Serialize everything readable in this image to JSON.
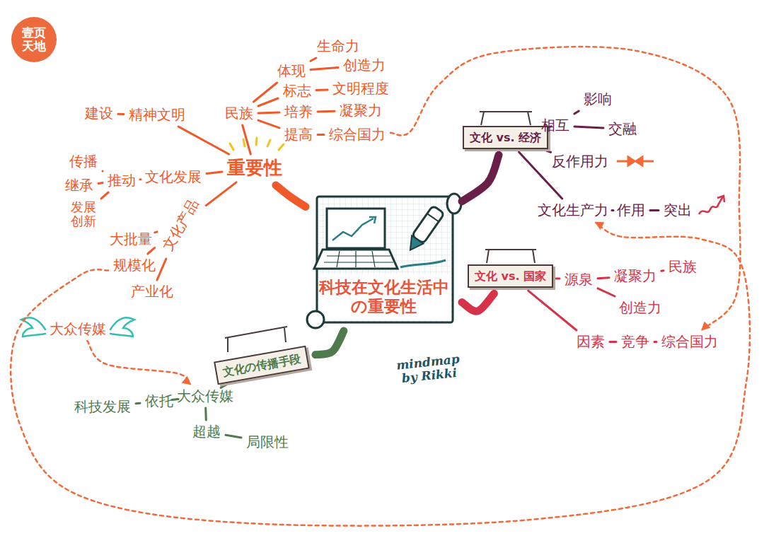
{
  "diagram": {
    "nodes": [
      {
        "text": [
          "科技在文化生活中の重要性"
        ]
      },
      {
        "text": [
          "重要性"
        ]
      },
      {
        "text": [
          "民族"
        ]
      },
      {
        "text": [
          "体现"
        ]
      },
      {
        "text": [
          "生命力"
        ]
      },
      {
        "text": [
          "创造力"
        ]
      },
      {
        "text": [
          "标志"
        ]
      },
      {
        "text": [
          "文明程度"
        ]
      },
      {
        "text": [
          "培养"
        ]
      },
      {
        "text": [
          "凝聚力"
        ]
      },
      {
        "text": [
          "提高"
        ]
      },
      {
        "text": [
          "综合国力"
        ]
      },
      {
        "text": [
          "建设"
        ]
      },
      {
        "text": [
          "精神文明"
        ]
      },
      {
        "text": [
          "文化发展"
        ]
      },
      {
        "text": [
          "推动"
        ]
      },
      {
        "text": [
          "传播"
        ]
      },
      {
        "text": [
          "继承"
        ]
      },
      {
        "text": [
          "发展创新"
        ]
      },
      {
        "text": [
          "文化产品"
        ]
      },
      {
        "text": [
          "大批量"
        ]
      },
      {
        "text": [
          "规模化"
        ]
      },
      {
        "text": [
          "产业化"
        ]
      },
      {
        "text": [
          "大众传媒"
        ]
      },
      {
        "text": [
          "文化 vs. 经济"
        ]
      },
      {
        "text": [
          "相互"
        ]
      },
      {
        "text": [
          "影响"
        ]
      },
      {
        "text": [
          "交融"
        ]
      },
      {
        "text": [
          "反作用力"
        ]
      },
      {
        "text": [
          "文化生产力"
        ]
      },
      {
        "text": [
          "作用"
        ]
      },
      {
        "text": [
          "突出"
        ]
      },
      {
        "text": [
          "文化 vs. 国家"
        ]
      },
      {
        "text": [
          "源泉"
        ]
      },
      {
        "text": [
          "凝聚力"
        ]
      },
      {
        "text": [
          "民族"
        ]
      },
      {
        "text": [
          "创造力"
        ]
      },
      {
        "text": [
          "因素"
        ]
      },
      {
        "text": [
          "竞争"
        ]
      },
      {
        "text": [
          "综合国力"
        ]
      },
      {
        "text": [
          "文化の传播手段"
        ]
      },
      {
        "text": [
          "大众传媒"
        ]
      },
      {
        "text": [
          "依托"
        ]
      },
      {
        "text": [
          "科技发展"
        ]
      },
      {
        "text": [
          "超越"
        ]
      },
      {
        "text": [
          "局限性"
        ]
      }
    ],
    "edges": [
      {
        "from": 0,
        "to": 1,
        "arrow": "none"
      },
      {
        "from": 1,
        "to": 2,
        "arrow": "none"
      },
      {
        "from": 2,
        "to": 3,
        "arrow": "none"
      },
      {
        "from": 3,
        "to": 4,
        "arrow": "none"
      },
      {
        "from": 3,
        "to": 5,
        "arrow": "none"
      },
      {
        "from": 2,
        "to": 6,
        "arrow": "none"
      },
      {
        "from": 6,
        "to": 7,
        "arrow": "none"
      },
      {
        "from": 2,
        "to": 8,
        "arrow": "none"
      },
      {
        "from": 8,
        "to": 9,
        "arrow": "none"
      },
      {
        "from": 2,
        "to": 10,
        "arrow": "none"
      },
      {
        "from": 10,
        "to": 11,
        "arrow": "none"
      },
      {
        "from": 1,
        "to": 13,
        "arrow": "none"
      },
      {
        "from": 13,
        "to": 12,
        "arrow": "none"
      },
      {
        "from": 1,
        "to": 14,
        "arrow": "none"
      },
      {
        "from": 14,
        "to": 15,
        "arrow": "none"
      },
      {
        "from": 15,
        "to": 16,
        "arrow": "none"
      },
      {
        "from": 15,
        "to": 17,
        "arrow": "none"
      },
      {
        "from": 15,
        "to": 18,
        "arrow": "none"
      },
      {
        "from": 1,
        "to": 19,
        "arrow": "none"
      },
      {
        "from": 19,
        "to": 20,
        "arrow": "none"
      },
      {
        "from": 19,
        "to": 21,
        "arrow": "none"
      },
      {
        "from": 19,
        "to": 22,
        "arrow": "none"
      },
      {
        "from": 0,
        "to": 24,
        "arrow": "none"
      },
      {
        "from": 24,
        "to": 25,
        "arrow": "none"
      },
      {
        "from": 25,
        "to": 26,
        "arrow": "none"
      },
      {
        "from": 25,
        "to": 27,
        "arrow": "none"
      },
      {
        "from": 24,
        "to": 28,
        "arrow": "none"
      },
      {
        "from": 24,
        "to": 29,
        "arrow": "none"
      },
      {
        "from": 29,
        "to": 30,
        "arrow": "none"
      },
      {
        "from": 30,
        "to": 31,
        "arrow": "none"
      },
      {
        "from": 0,
        "to": 32,
        "arrow": "none"
      },
      {
        "from": 32,
        "to": 33,
        "arrow": "none"
      },
      {
        "from": 33,
        "to": 34,
        "arrow": "none"
      },
      {
        "from": 34,
        "to": 35,
        "arrow": "none"
      },
      {
        "from": 33,
        "to": 36,
        "arrow": "none"
      },
      {
        "from": 32,
        "to": 37,
        "arrow": "none"
      },
      {
        "from": 37,
        "to": 38,
        "arrow": "none"
      },
      {
        "from": 38,
        "to": 39,
        "arrow": "none"
      },
      {
        "from": 0,
        "to": 40,
        "arrow": "none"
      },
      {
        "from": 40,
        "to": 41,
        "arrow": "none"
      },
      {
        "from": 41,
        "to": 42,
        "arrow": "none"
      },
      {
        "from": 42,
        "to": 43,
        "arrow": "none"
      },
      {
        "from": 41,
        "to": 44,
        "arrow": "none"
      },
      {
        "from": 44,
        "to": 45,
        "arrow": "none"
      },
      {
        "from": 11,
        "to": 39,
        "arrow": "to"
      },
      {
        "from": 23,
        "to": 41,
        "arrow": "to"
      },
      {
        "from": 21,
        "to": 29,
        "arrow": "to"
      }
    ],
    "labels": [
      "壹页天地",
      "mindmap by Rikki"
    ]
  }
}
